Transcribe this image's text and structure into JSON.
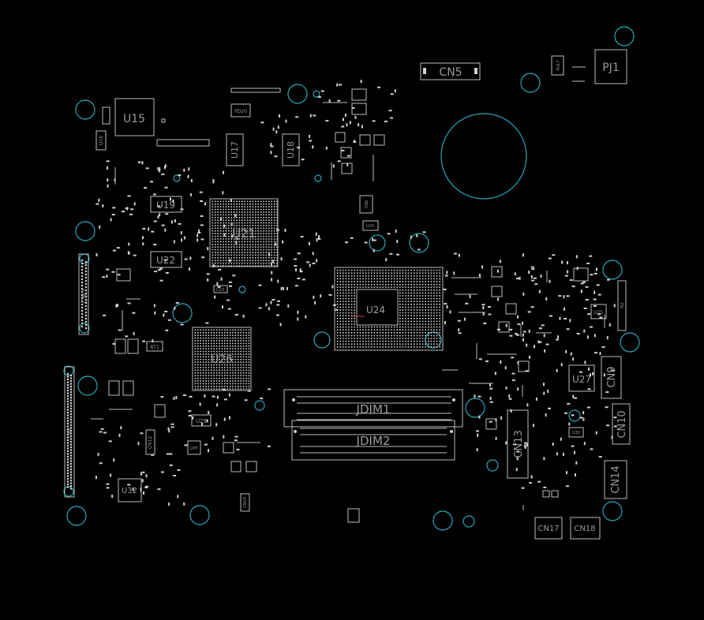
{
  "board": {
    "background": "#000000",
    "outline_color": "#bdbdbd",
    "hole_color": "#2aa6b8",
    "designators": {
      "cn5": "CN5",
      "pj1": "PJ1",
      "u15": "U15",
      "u16": "U16",
      "u17": "U17",
      "u18": "U18",
      "u19": "U19",
      "u21": "U21",
      "u22": "U22",
      "u24": "U24",
      "u26": "U26",
      "u27": "U27",
      "u29": "U29",
      "u32": "U32",
      "cn7": "CN7",
      "cn9": "CN9",
      "cn10": "CN10",
      "cn13": "CN13",
      "cn14": "CN14",
      "cn17": "CN17",
      "cn18": "CN18",
      "cn12": "CN12",
      "jdim1": "JDIM1",
      "jdim2": "JDIM2",
      "bt1": "BT1",
      "pd20": "PD20",
      "pu17": "PU17",
      "u20": "U20",
      "u25": "U25",
      "u30": "U30",
      "cn6": "CN6",
      "u8t": "U8T",
      "cn8": "CN8",
      "cn19": "CN19",
      "pj2": "PJ2",
      "u23": "U23"
    }
  }
}
